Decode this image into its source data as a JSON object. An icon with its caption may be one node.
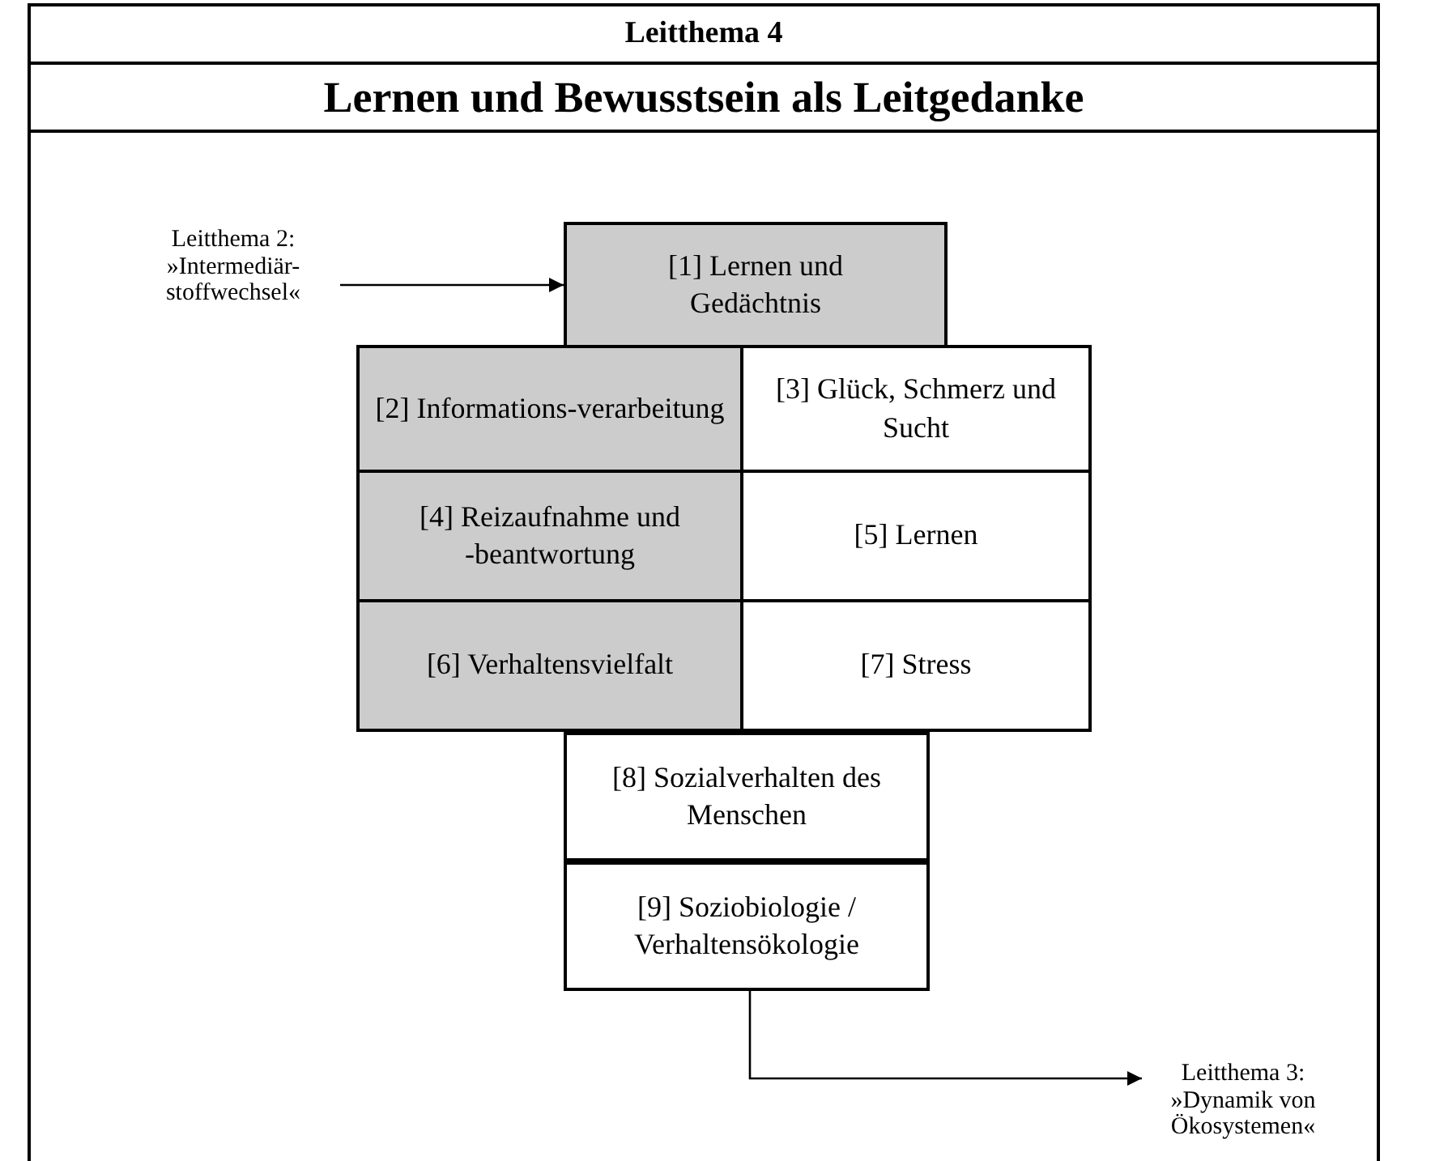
{
  "diagram": {
    "title": "Leitthema 4",
    "nodes": [
      {
        "text": [
          "Leitthema 2: »Intermediär-stoffwechsel«"
        ]
      },
      {
        "text": [
          "[1] Lernen und Gedächtnis"
        ]
      },
      {
        "text": [
          "[2]  Informations-verarbeitung"
        ]
      },
      {
        "text": [
          "[3] Glück, Schmerz und Sucht"
        ]
      },
      {
        "text": [
          "[4] Reizaufnahme und -beantwortung"
        ]
      },
      {
        "text": [
          "[5] Lernen"
        ]
      },
      {
        "text": [
          "[6]  Verhaltensvielfalt"
        ]
      },
      {
        "text": [
          "[7] Stress"
        ]
      },
      {
        "text": [
          "[8] Sozialverhalten des Menschen"
        ]
      },
      {
        "text": [
          "[9]  Soziobiologie / Verhaltensökologie"
        ]
      },
      {
        "text": [
          "Leitthema 3: »Dynamik von Ökosystemen«"
        ]
      }
    ],
    "edges": [
      {
        "from": 0,
        "to": 1,
        "arrow": "to"
      },
      {
        "from": 9,
        "to": 10,
        "arrow": "to"
      }
    ],
    "labels": [
      "Lernen und Bewusstsein als Leitgedanke"
    ]
  }
}
